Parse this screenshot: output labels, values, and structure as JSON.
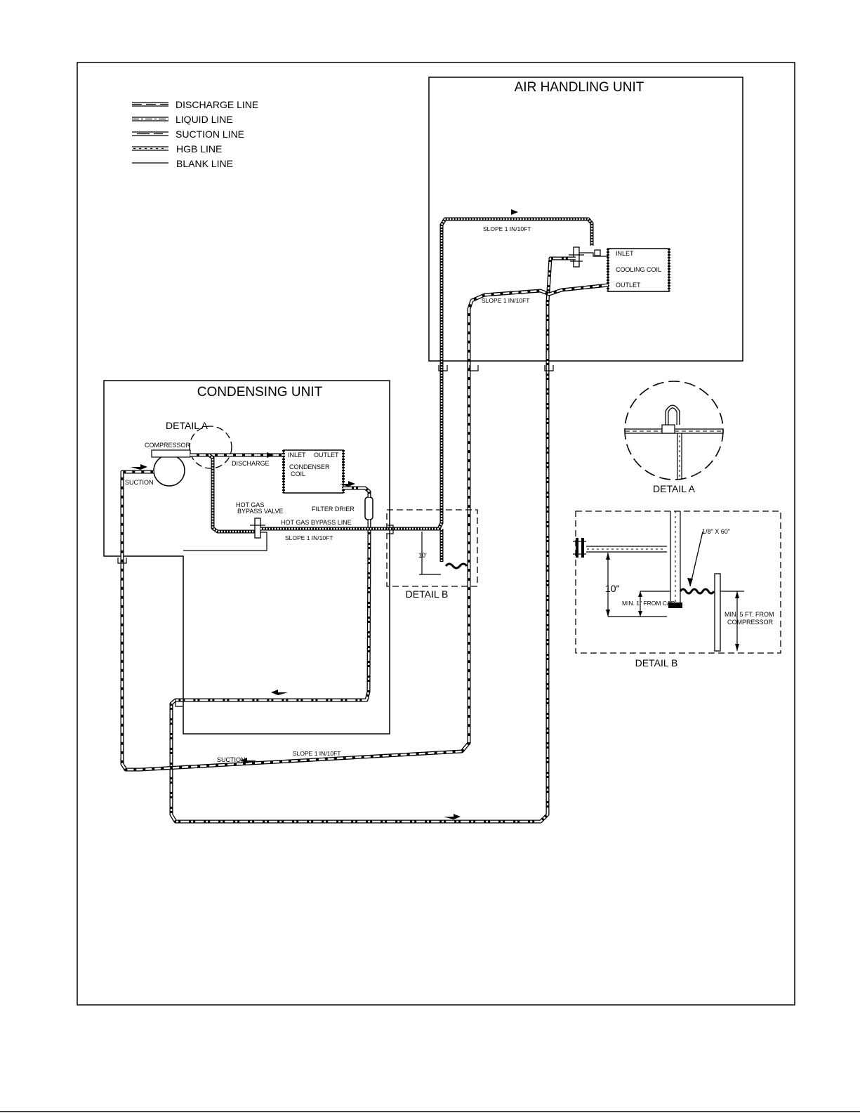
{
  "legend": {
    "items": [
      {
        "label": "DISCHARGE LINE",
        "style": "discharge"
      },
      {
        "label": "LIQUID LINE",
        "style": "liquid"
      },
      {
        "label": "SUCTION LINE",
        "style": "suction"
      },
      {
        "label": "HGB LINE",
        "style": "hgb"
      },
      {
        "label": "BLANK LINE",
        "style": "blank"
      }
    ]
  },
  "air_handling_unit": {
    "title": "AIR HANDLING UNIT",
    "slope_top": "SLOPE 1 IN/10FT",
    "slope_bottom": "SLOPE 1 IN/10FT",
    "coil_inlet": "INLET",
    "coil_name": "COOLING COIL",
    "coil_outlet": "OUTLET"
  },
  "condensing_unit": {
    "title": "CONDENSING UNIT",
    "detail_a_label": "DETAIL A",
    "compressor": "COMPRESSOR",
    "discharge": "DISCHARGE",
    "suction": "SUCTION",
    "condenser_inlet": "INLET",
    "condenser_outlet": "OUTLET",
    "condenser_name_1": "CONDENSER",
    "condenser_name_2": "COIL",
    "hot_gas_1": "HOT GAS",
    "hot_gas_2": "BYPASS VALVE",
    "filter_drier": "FILTER DRIER",
    "hgb_line": "HOT GAS BYPASS LINE",
    "slope": "SLOPE 1 IN/10FT"
  },
  "detail_b_small": {
    "label": "DETAIL B",
    "dimension": "10'"
  },
  "detail_a": {
    "label": "DETAIL A"
  },
  "detail_b": {
    "label": "DETAIL B",
    "tube": "1/8\" X 60\"",
    "height": "10\"",
    "min_cap": "MIN. 1\" FROM CAP",
    "min_comp_1": "MIN. 5 FT. FROM",
    "min_comp_2": "COMPRESSOR"
  },
  "bottom": {
    "suction": "SUCTION",
    "slope": "SLOPE 1 IN/10FT"
  }
}
